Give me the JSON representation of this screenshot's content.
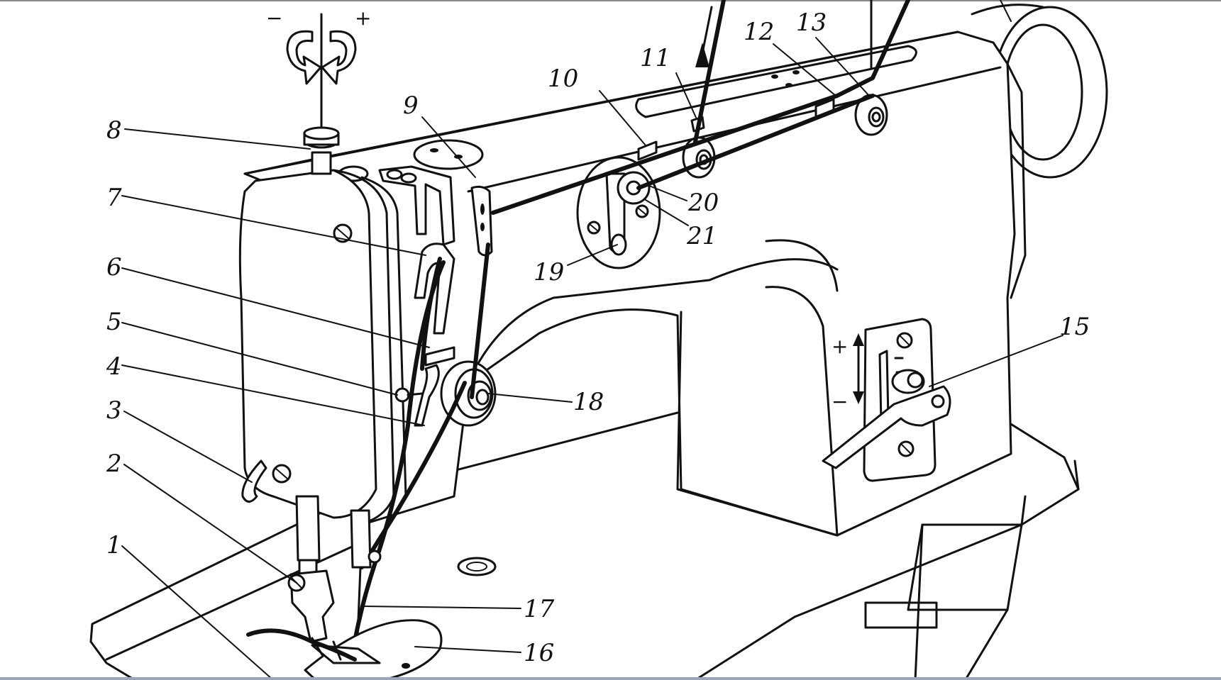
{
  "diagram": {
    "labels": {
      "l1": "1",
      "l2": "2",
      "l3": "3",
      "l4": "4",
      "l5": "5",
      "l6": "6",
      "l7": "7",
      "l8": "8",
      "l9": "9",
      "l10": "10",
      "l11": "11",
      "l12": "12",
      "l13": "13",
      "l15": "15",
      "l16": "16",
      "l17": "17",
      "l18": "18",
      "l19": "19",
      "l20": "20",
      "l21": "21"
    },
    "signs": {
      "top_minus": "−",
      "top_plus": "+",
      "side_plus": "+",
      "side_minus": "−"
    }
  }
}
